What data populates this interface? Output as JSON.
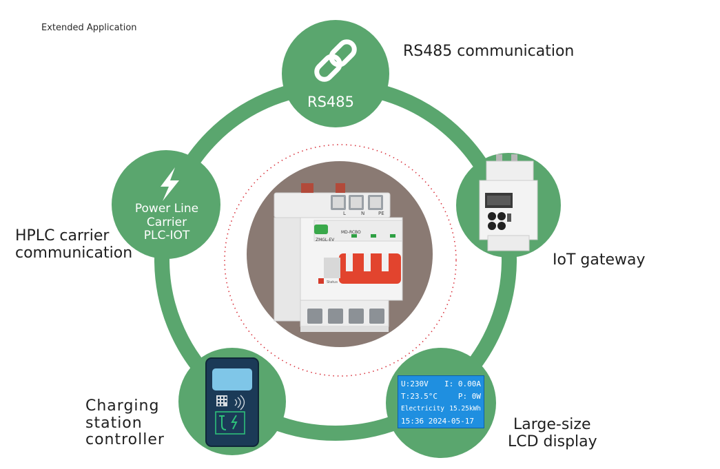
{
  "section_title": "Extended Application",
  "nodes": {
    "rs485": {
      "label": "RS485",
      "caption": "RS485 communication"
    },
    "iot": {
      "caption": "IoT gateway"
    },
    "lcd": {
      "caption_line1": "Large-size",
      "caption_line2": "LCD display",
      "screen": {
        "voltage": "U:230V",
        "current": "I:  0.00A",
        "temperature": "T:23.5°C",
        "power": "P:    0W",
        "electricity_label": "Electricity",
        "electricity_value": "15.25kWh",
        "datetime": "15:36  2024-05-17"
      }
    },
    "charging": {
      "caption_line1": "Charging",
      "caption_line2": "station",
      "caption_line3": "controller"
    },
    "plc": {
      "label_line1": "Power Line",
      "label_line2": "Carrier",
      "label_line3": "PLC-IOT",
      "caption_line1": "HPLC carrier",
      "caption_line2": "communication"
    }
  },
  "center_device": {
    "model_text": "ZMGL-EV",
    "module_text": "MD-RCBO",
    "terminal_labels": [
      "L",
      "N",
      "PE"
    ],
    "status_text": "Status"
  },
  "colors": {
    "green": "#5aa66e",
    "center_bg": "#8a7a73",
    "dotted_ring": "#d8323c",
    "breaker_red": "#e2442e",
    "lcd_blue": "#1f8fe0",
    "charger_body": "#1b3a57"
  },
  "icons": {
    "rs485": "chain-link-icon",
    "plc": "lightning-bolt-icon",
    "charging": "charging-plug-icon",
    "iot": "iot-gateway-device-image",
    "center": "smart-breaker-device-image"
  }
}
